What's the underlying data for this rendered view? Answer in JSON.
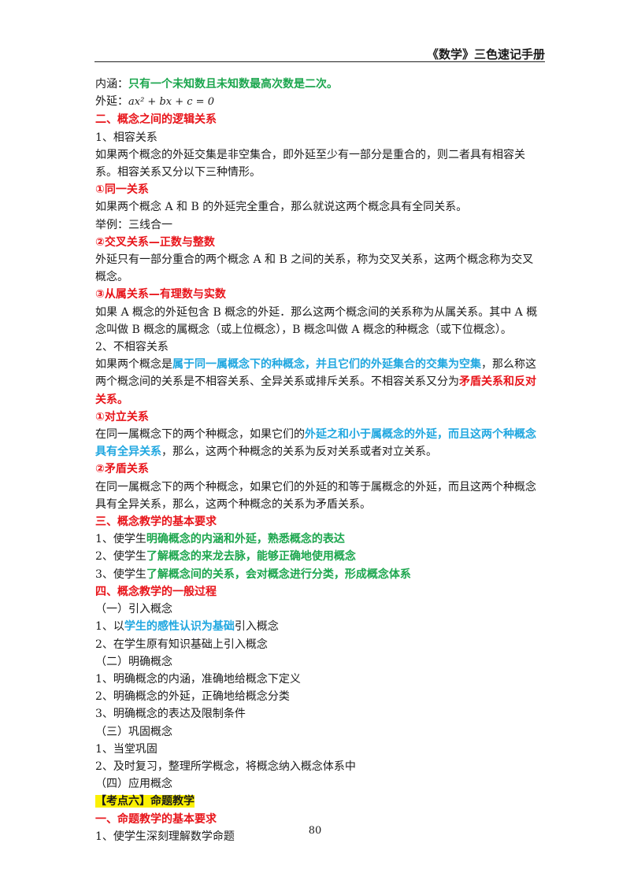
{
  "header": {
    "title": "《数学》三色速记手册"
  },
  "page_number": "80",
  "lines": [
    {
      "id": "l1",
      "parts": [
        {
          "t": "内涵：",
          "c": ""
        },
        {
          "t": "只有一个未知数且未知数最高次数是二次。",
          "c": "b green"
        }
      ]
    },
    {
      "id": "l2",
      "parts": [
        {
          "t": "外延：",
          "c": ""
        },
        {
          "t": "ax² + bx + c = 0",
          "c": "math"
        }
      ]
    },
    {
      "id": "l3",
      "parts": [
        {
          "t": "二、概念之间的逻辑关系",
          "c": "b red"
        }
      ]
    },
    {
      "id": "l4",
      "parts": [
        {
          "t": "1、相容关系",
          "c": ""
        }
      ]
    },
    {
      "id": "l5",
      "wrap": true,
      "parts": [
        {
          "t": "如果两个概念的外延交集是非空集合，即外延至少有一部分是重合的，则二者具有相容关系。相容关系又分以下三种情形。",
          "c": ""
        }
      ]
    },
    {
      "id": "l6",
      "parts": [
        {
          "t": "①同一关系",
          "c": "b red"
        }
      ]
    },
    {
      "id": "l7",
      "parts": [
        {
          "t": "如果两个概念 A 和 B 的外延完全重合，那么就说这两个概念具有全同关系。",
          "c": ""
        }
      ]
    },
    {
      "id": "l8",
      "parts": [
        {
          "t": "举例：三线合一",
          "c": ""
        }
      ]
    },
    {
      "id": "l9",
      "parts": [
        {
          "t": "②交叉关系—正数与整数",
          "c": "b red"
        }
      ]
    },
    {
      "id": "l10",
      "wrap": true,
      "parts": [
        {
          "t": "外延只有一部分重合的两个概念 A 和 B 之间的关系，称为交叉关系，这两个概念称为交叉概念。",
          "c": ""
        }
      ]
    },
    {
      "id": "l11",
      "parts": [
        {
          "t": "③从属关系—有理数与实数",
          "c": "b red"
        }
      ]
    },
    {
      "id": "l12",
      "wrap": true,
      "parts": [
        {
          "t": "如果 A 概念的外延包含 B 概念的外延．那么这两个概念间的关系称为从属关系。其中 A 概念叫做 B 概念的属概念（或上位概念），B 概念叫做 A 概念的种概念（或下位概念）。",
          "c": ""
        }
      ]
    },
    {
      "id": "l13",
      "parts": [
        {
          "t": "2、不相容关系",
          "c": ""
        }
      ]
    },
    {
      "id": "l14",
      "wrap": true,
      "parts": [
        {
          "t": "如果两个概念是",
          "c": ""
        },
        {
          "t": "属于同一属概念下的种概念，并且它们的外延集合的交集为空集",
          "c": "b blue"
        },
        {
          "t": "，那么称这两个概念间的关系是不相容关系、全异关系或排斥关系。不相容关系又分为",
          "c": ""
        },
        {
          "t": "矛盾关系和反对关系。",
          "c": "b red"
        }
      ]
    },
    {
      "id": "l15",
      "parts": [
        {
          "t": "①对立关系",
          "c": "b red"
        }
      ]
    },
    {
      "id": "l16",
      "wrap": true,
      "parts": [
        {
          "t": "在同一属概念下的两个种概念，如果它们的",
          "c": ""
        },
        {
          "t": "外延之和小于属概念的外延，而且这两个种概念具有全异关系",
          "c": "b blue"
        },
        {
          "t": "，那么，这两个种概念的关系为反对关系或者对立关系。",
          "c": ""
        }
      ]
    },
    {
      "id": "l17",
      "parts": [
        {
          "t": "②矛盾关系",
          "c": "b red"
        }
      ]
    },
    {
      "id": "l18",
      "wrap": true,
      "parts": [
        {
          "t": "在同一属概念下的两个种概念，如果它们的外延的和等于属概念的外延，而且这两个种概念具有全异关系，那么，这两个种概念的关系为矛盾关系。",
          "c": ""
        }
      ]
    },
    {
      "id": "l19",
      "parts": [
        {
          "t": "三、概念教学的基本要求",
          "c": "b red"
        }
      ]
    },
    {
      "id": "l20",
      "parts": [
        {
          "t": "1、使学生",
          "c": ""
        },
        {
          "t": "明确概念的内涵和外延，熟悉概念的表达",
          "c": "b green"
        }
      ]
    },
    {
      "id": "l21",
      "parts": [
        {
          "t": "2、使学生",
          "c": ""
        },
        {
          "t": "了解概念的来龙去脉，能够正确地使用概念",
          "c": "b green"
        }
      ]
    },
    {
      "id": "l22",
      "parts": [
        {
          "t": "3、使学生",
          "c": ""
        },
        {
          "t": "了解概念间的关系，会对概念进行分类，形成概念体系",
          "c": "b green"
        }
      ]
    },
    {
      "id": "l23",
      "parts": [
        {
          "t": "四、概念教学的一般过程",
          "c": "b red"
        }
      ]
    },
    {
      "id": "l24",
      "parts": [
        {
          "t": "（一）引入概念",
          "c": ""
        }
      ]
    },
    {
      "id": "l25",
      "parts": [
        {
          "t": "1、以",
          "c": ""
        },
        {
          "t": "学生的感性认识为基础",
          "c": "b blue"
        },
        {
          "t": "引入概念",
          "c": ""
        }
      ]
    },
    {
      "id": "l26",
      "parts": [
        {
          "t": "2、在学生原有知识基础上引入概念",
          "c": ""
        }
      ]
    },
    {
      "id": "l27",
      "parts": [
        {
          "t": "（二）明确概念",
          "c": ""
        }
      ]
    },
    {
      "id": "l28",
      "parts": [
        {
          "t": "1、明确概念的内涵，准确地给概念下定义",
          "c": ""
        }
      ]
    },
    {
      "id": "l29",
      "parts": [
        {
          "t": "2、明确概念的外延，正确地给概念分类",
          "c": ""
        }
      ]
    },
    {
      "id": "l30",
      "parts": [
        {
          "t": "3、明确概念的表达及限制条件",
          "c": ""
        }
      ]
    },
    {
      "id": "l31",
      "parts": [
        {
          "t": "（三）巩固概念",
          "c": ""
        }
      ]
    },
    {
      "id": "l32",
      "parts": [
        {
          "t": "1、当堂巩固",
          "c": ""
        }
      ]
    },
    {
      "id": "l33",
      "parts": [
        {
          "t": "2、及时复习，整理所学概念，将概念纳入概念体系中",
          "c": ""
        }
      ]
    },
    {
      "id": "l34",
      "parts": [
        {
          "t": "（四）应用概念",
          "c": ""
        }
      ]
    },
    {
      "id": "l35",
      "parts": [
        {
          "t": "【考点六】命题教学",
          "c": "b hl"
        }
      ]
    },
    {
      "id": "l36",
      "parts": [
        {
          "t": "一、命题教学的基本要求",
          "c": "b red"
        }
      ]
    },
    {
      "id": "l37",
      "parts": [
        {
          "t": "1、使学生深刻理解数学命题",
          "c": ""
        }
      ]
    }
  ]
}
